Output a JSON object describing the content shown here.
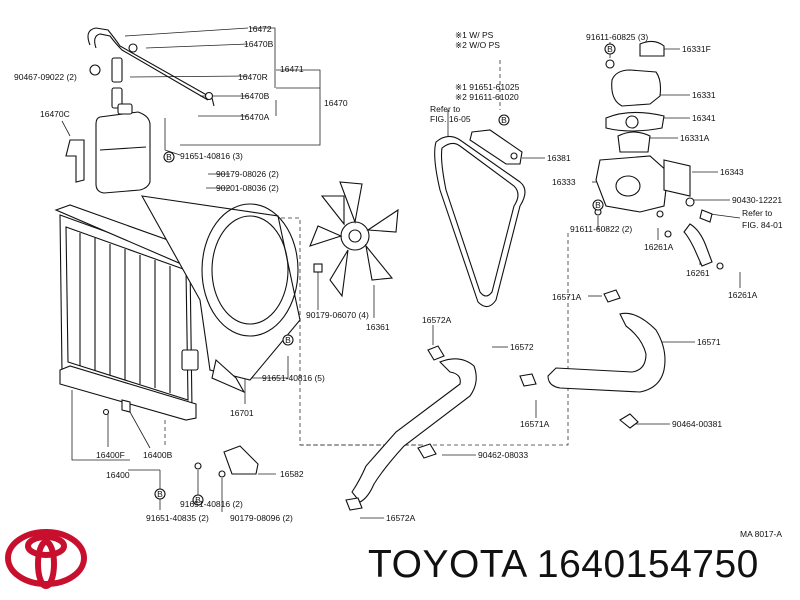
{
  "diagram": {
    "legend": {
      "w_ps": "※1 W/ PS",
      "wo_ps": "※2 W/O PS"
    },
    "labels": {
      "p16472": "16472",
      "p16470B_top": "16470B",
      "p16471": "16471",
      "p90467": "90467-09022 (2)",
      "p16470R": "16470R",
      "p16470": "16470",
      "p16470B_mid": "16470B",
      "p16470A": "16470A",
      "p16470C": "16470C",
      "p91651_40816_3": "91651-40816 (3)",
      "p90179_08026": "90179-08026 (2)",
      "p90201": "90201-08036 (2)",
      "p90179_06070": "90179-06070 (4)",
      "p16361": "16361",
      "p91651_40816_5": "91651-40816 (5)",
      "p16701": "16701",
      "p16400F": "16400F",
      "p16400B": "16400B",
      "p16400": "16400",
      "p16582": "16582",
      "p91651_40816_2": "91651-40816 (2)",
      "p91651_40835": "91651-40835 (2)",
      "p90179_08096": "90179-08096 (2)",
      "p91651_61025": "※1 91651-61025",
      "p91611_61020": "※2 91611-61020",
      "refer_to_top": "Refer to",
      "fig_1605": "FIG. 16-05",
      "p16381": "16381",
      "p91611_60825": "91611-60825 (3)",
      "p16331F": "16331F",
      "p16331": "16331",
      "p16341": "16341",
      "p16331A": "16331A",
      "p16343": "16343",
      "p16333": "16333",
      "p90430": "90430-12221",
      "refer_to_right": "Refer to",
      "fig_8401": "FIG. 84-01",
      "p91611_60822": "91611-60822 (2)",
      "p16261A_left": "16261A",
      "p16261": "16261",
      "p16261A_right": "16261A",
      "p16571A_top": "16571A",
      "p16572A_top": "16572A",
      "p16572": "16572",
      "p16571": "16571",
      "p16571A_mid": "16571A",
      "p90464": "90464-00381",
      "p90462": "90462-08033",
      "p16572A_bottom": "16572A",
      "ma_code": "MA  8017-A"
    },
    "callout": "B"
  },
  "brand": {
    "caption": "TOYOTA 1640154750",
    "logo_icon": "toyota-logo-icon",
    "color": "#c8102e"
  }
}
